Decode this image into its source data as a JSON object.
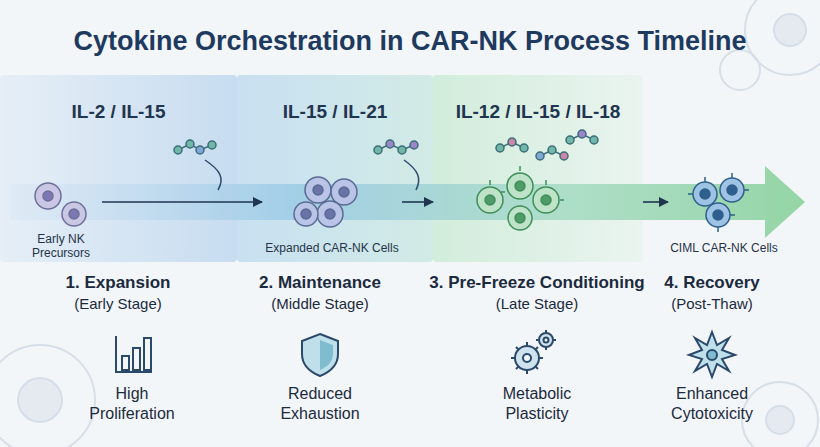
{
  "diagram": {
    "title": "Cytokine Orchestration in CAR-NK Process Timeline",
    "nodes": [
      {
        "text": [
          "IL-2 / IL-15"
        ]
      },
      {
        "text": [
          "Early NK Precursors"
        ],
        "in": 0
      },
      {
        "text": [
          "IL-15 / IL-21"
        ]
      },
      {
        "text": [
          "Expanded CAR-NK Cells"
        ],
        "in": 2
      },
      {
        "text": [
          "IL-12 / IL-15 / IL-18"
        ]
      },
      {
        "text": [
          "CIML CAR-NK Cells"
        ]
      }
    ],
    "edges": [
      {
        "from": 1,
        "to": 3,
        "arrow": "to"
      },
      {
        "from": 3,
        "to": 4,
        "arrow": "to"
      },
      {
        "from": 4,
        "to": 5,
        "arrow": "to"
      }
    ],
    "labels": [
      "1. Expansion",
      "(Early Stage)",
      "2. Maintenance",
      "(Middle Stage)",
      "3. Pre-Freeze Conditioning",
      "(Late Stage)",
      "4. Recovery",
      "(Post-Thaw)",
      "High Proliferation",
      "Reduced Exhaustion",
      "Metabolic Plasticity",
      "Enhanced Cytotoxicity"
    ]
  }
}
